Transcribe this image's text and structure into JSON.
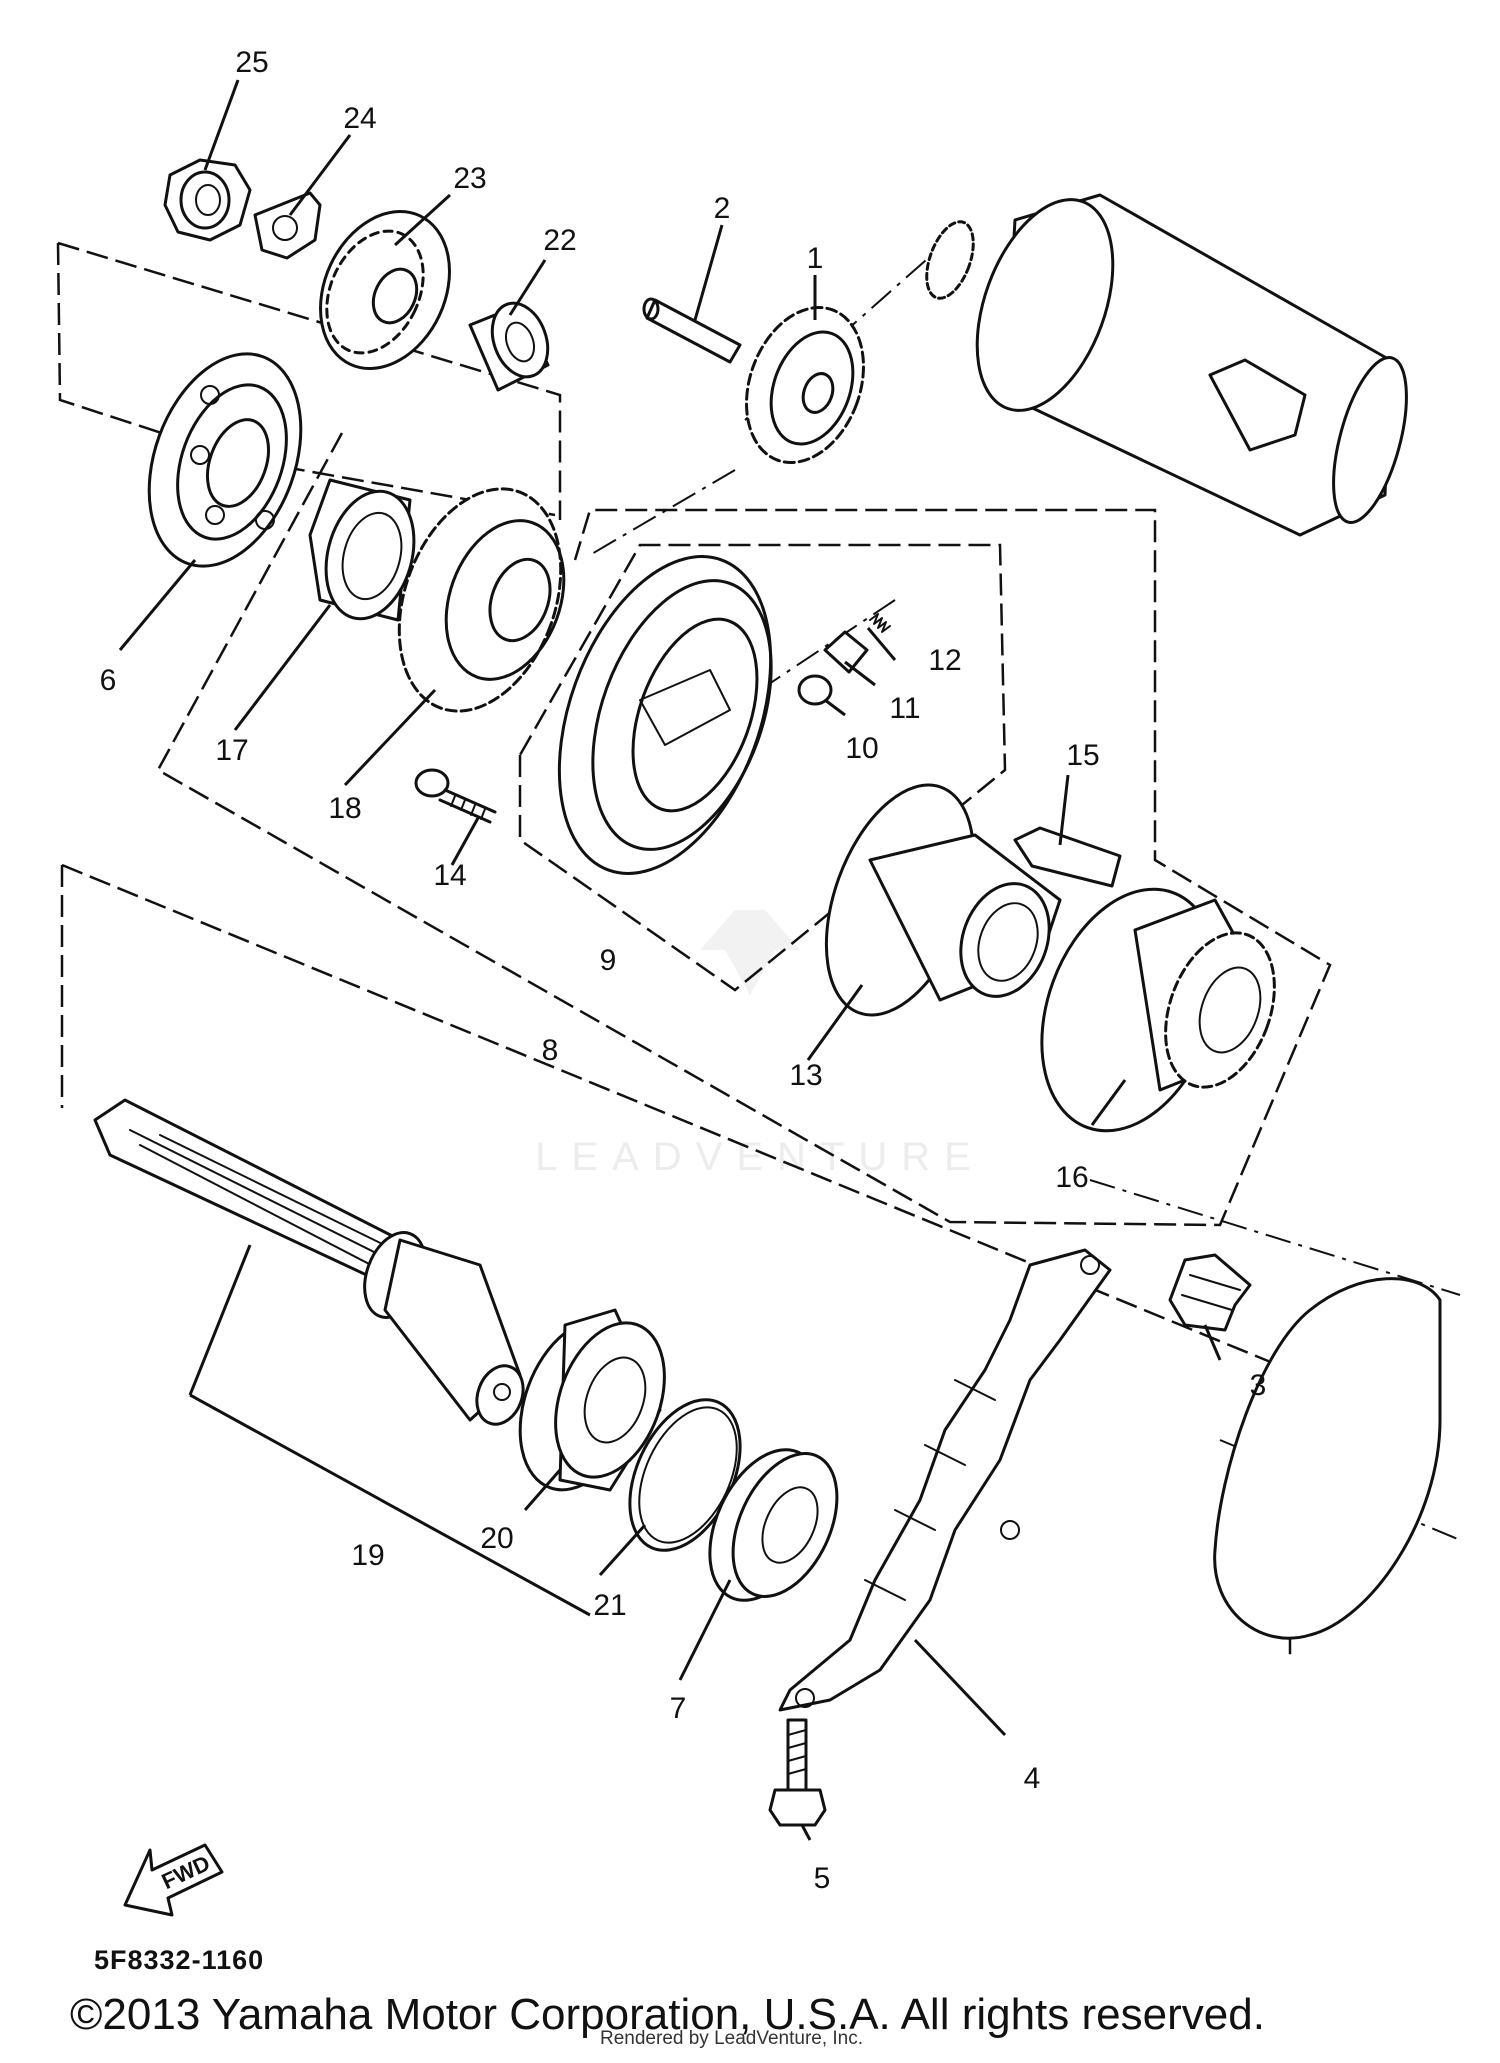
{
  "diagram": {
    "callouts": [
      {
        "id": "1",
        "label": "1"
      },
      {
        "id": "2",
        "label": "2"
      },
      {
        "id": "3",
        "label": "3"
      },
      {
        "id": "4",
        "label": "4"
      },
      {
        "id": "5",
        "label": "5"
      },
      {
        "id": "6",
        "label": "6"
      },
      {
        "id": "7",
        "label": "7"
      },
      {
        "id": "8",
        "label": "8"
      },
      {
        "id": "9",
        "label": "9"
      },
      {
        "id": "10",
        "label": "10"
      },
      {
        "id": "11",
        "label": "11"
      },
      {
        "id": "12",
        "label": "12"
      },
      {
        "id": "13",
        "label": "13"
      },
      {
        "id": "14",
        "label": "14"
      },
      {
        "id": "15",
        "label": "15"
      },
      {
        "id": "16",
        "label": "16"
      },
      {
        "id": "17",
        "label": "17"
      },
      {
        "id": "18",
        "label": "18"
      },
      {
        "id": "19",
        "label": "19"
      },
      {
        "id": "20",
        "label": "20"
      },
      {
        "id": "21",
        "label": "21"
      },
      {
        "id": "22",
        "label": "22"
      },
      {
        "id": "23",
        "label": "23"
      },
      {
        "id": "24",
        "label": "24"
      },
      {
        "id": "25",
        "label": "25"
      }
    ],
    "fwd_label": "FWD",
    "watermark": "LEADVENTURE"
  },
  "footer": {
    "diagram_code": "5F8332-1160",
    "copyright": "©2013 Yamaha Motor Corporation, U.S.A. All rights reserved.",
    "rendered_by": "Rendered by LeadVenture, Inc."
  }
}
